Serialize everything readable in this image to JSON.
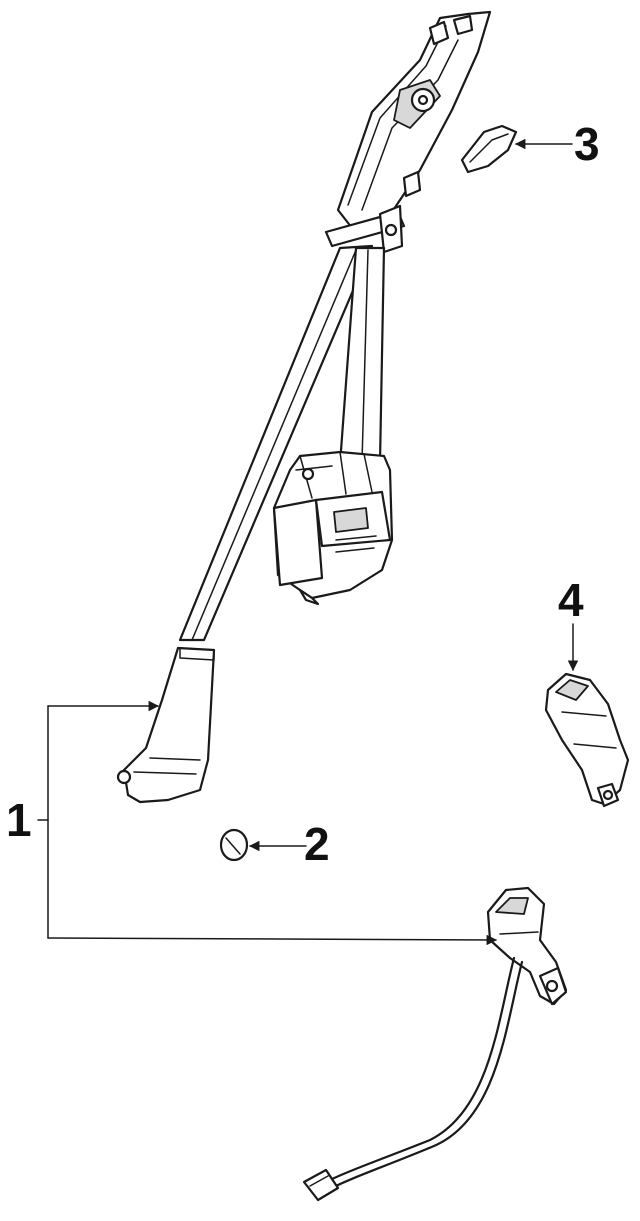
{
  "callouts": {
    "c1": "1",
    "c2": "2",
    "c3": "3",
    "c4": "4"
  },
  "colors": {
    "line": "#1a1a1a",
    "background": "#ffffff"
  }
}
